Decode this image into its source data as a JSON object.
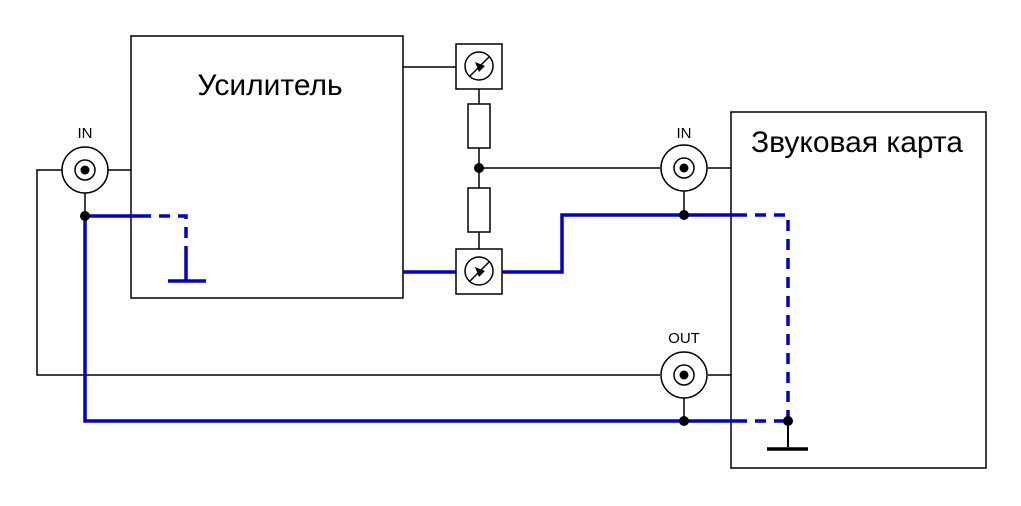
{
  "amplifier": {
    "title": "Усилитель"
  },
  "sound_card": {
    "title": "Звуковая карта"
  },
  "connectors": {
    "amp_in": "IN",
    "card_in": "IN",
    "card_out": "OUT"
  },
  "icons": {
    "connector": "bnc-connector-icon",
    "meter": "meter-icon",
    "resistor": "resistor-icon",
    "ground": "ground-icon"
  },
  "colors": {
    "signal_wire": "#000000",
    "ground_wire": "#0000cc"
  }
}
